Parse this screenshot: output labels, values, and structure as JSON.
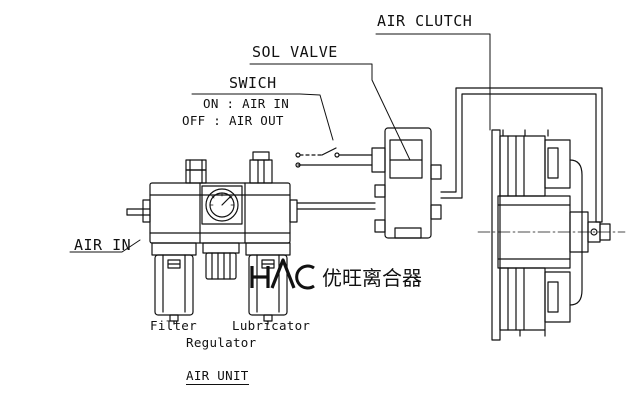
{
  "labels": {
    "air_clutch": "AIR CLUTCH",
    "sol_valve": "SOL VALVE",
    "swich": "SWICH",
    "switch_on": "ON : AIR IN",
    "switch_off": "OFF : AIR OUT",
    "air_in": "AIR IN",
    "filter": "Filter",
    "lubricator": "Lubricator",
    "regulator": "Regulator",
    "air_unit": "AIR UNIT"
  },
  "logo": {
    "mark": "HAC",
    "company_name": "优旺离合器"
  },
  "colors": {
    "line": "#111111",
    "background": "#ffffff"
  }
}
